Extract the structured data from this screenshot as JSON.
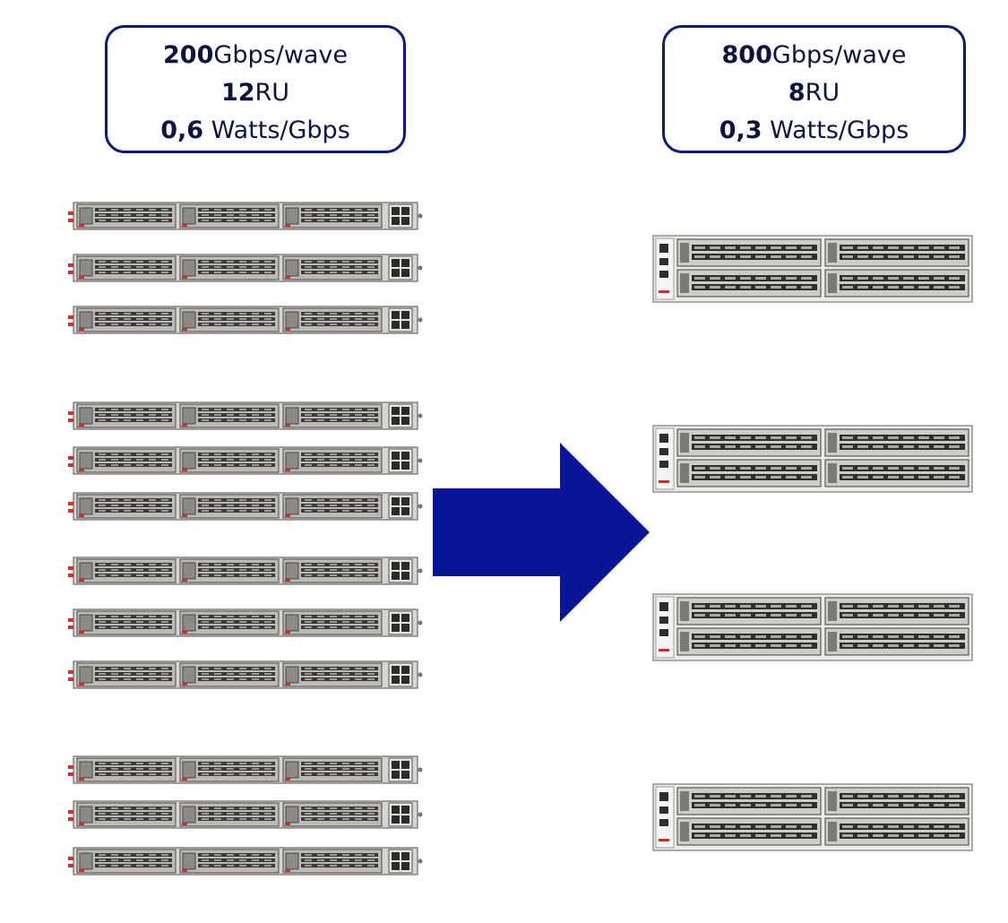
{
  "diagram": {
    "left_specs": {
      "rate_value": "200",
      "rate_unit": "Gbps/wave",
      "ru_value": "12",
      "ru_unit": "RU",
      "power_value": "0,6",
      "power_unit": " Watts/Gbps"
    },
    "right_specs": {
      "rate_value": "800",
      "rate_unit": "Gbps/wave",
      "ru_value": "8",
      "ru_unit": "RU",
      "power_value": "0,3",
      "power_unit": " Watts/Gbps"
    },
    "left_chassis_count": 12,
    "right_chassis_count": 4,
    "colors": {
      "box_border": "#0c1a7a",
      "arrow": "#0a1496",
      "text": "#0d1440"
    }
  }
}
